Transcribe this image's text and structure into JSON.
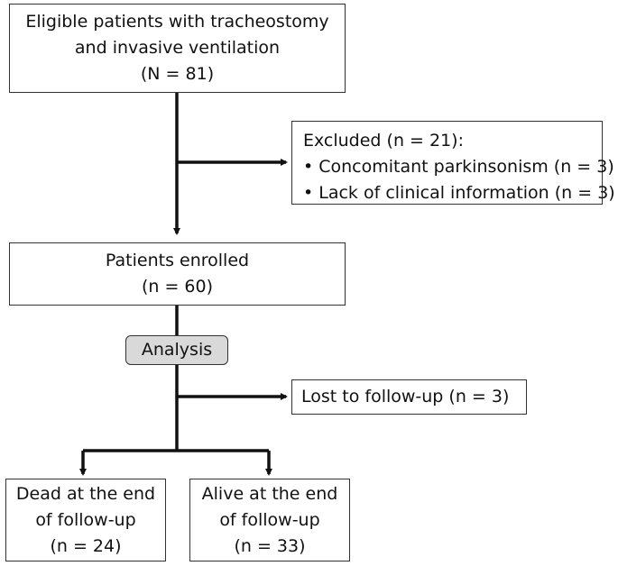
{
  "eligible": {
    "lines": [
      "Eligible patients with tracheostomy",
      "and invasive ventilation",
      "(N = 81)"
    ]
  },
  "excluded": {
    "title": "Excluded (n = 21):",
    "items": [
      "Concomitant parkinsonism (n = 3)",
      "Lack of clinical information (n = 3)"
    ]
  },
  "enrolled": {
    "lines": [
      "Patients enrolled",
      "(n = 60)"
    ]
  },
  "analysis": {
    "label": "Analysis"
  },
  "lost": {
    "label": "Lost to follow-up (n = 3)"
  },
  "dead": {
    "lines": [
      "Dead at the end",
      "of follow-up",
      "(n = 24)"
    ]
  },
  "alive": {
    "lines": [
      "Alive at the end",
      "of follow-up",
      "(n = 33)"
    ]
  }
}
